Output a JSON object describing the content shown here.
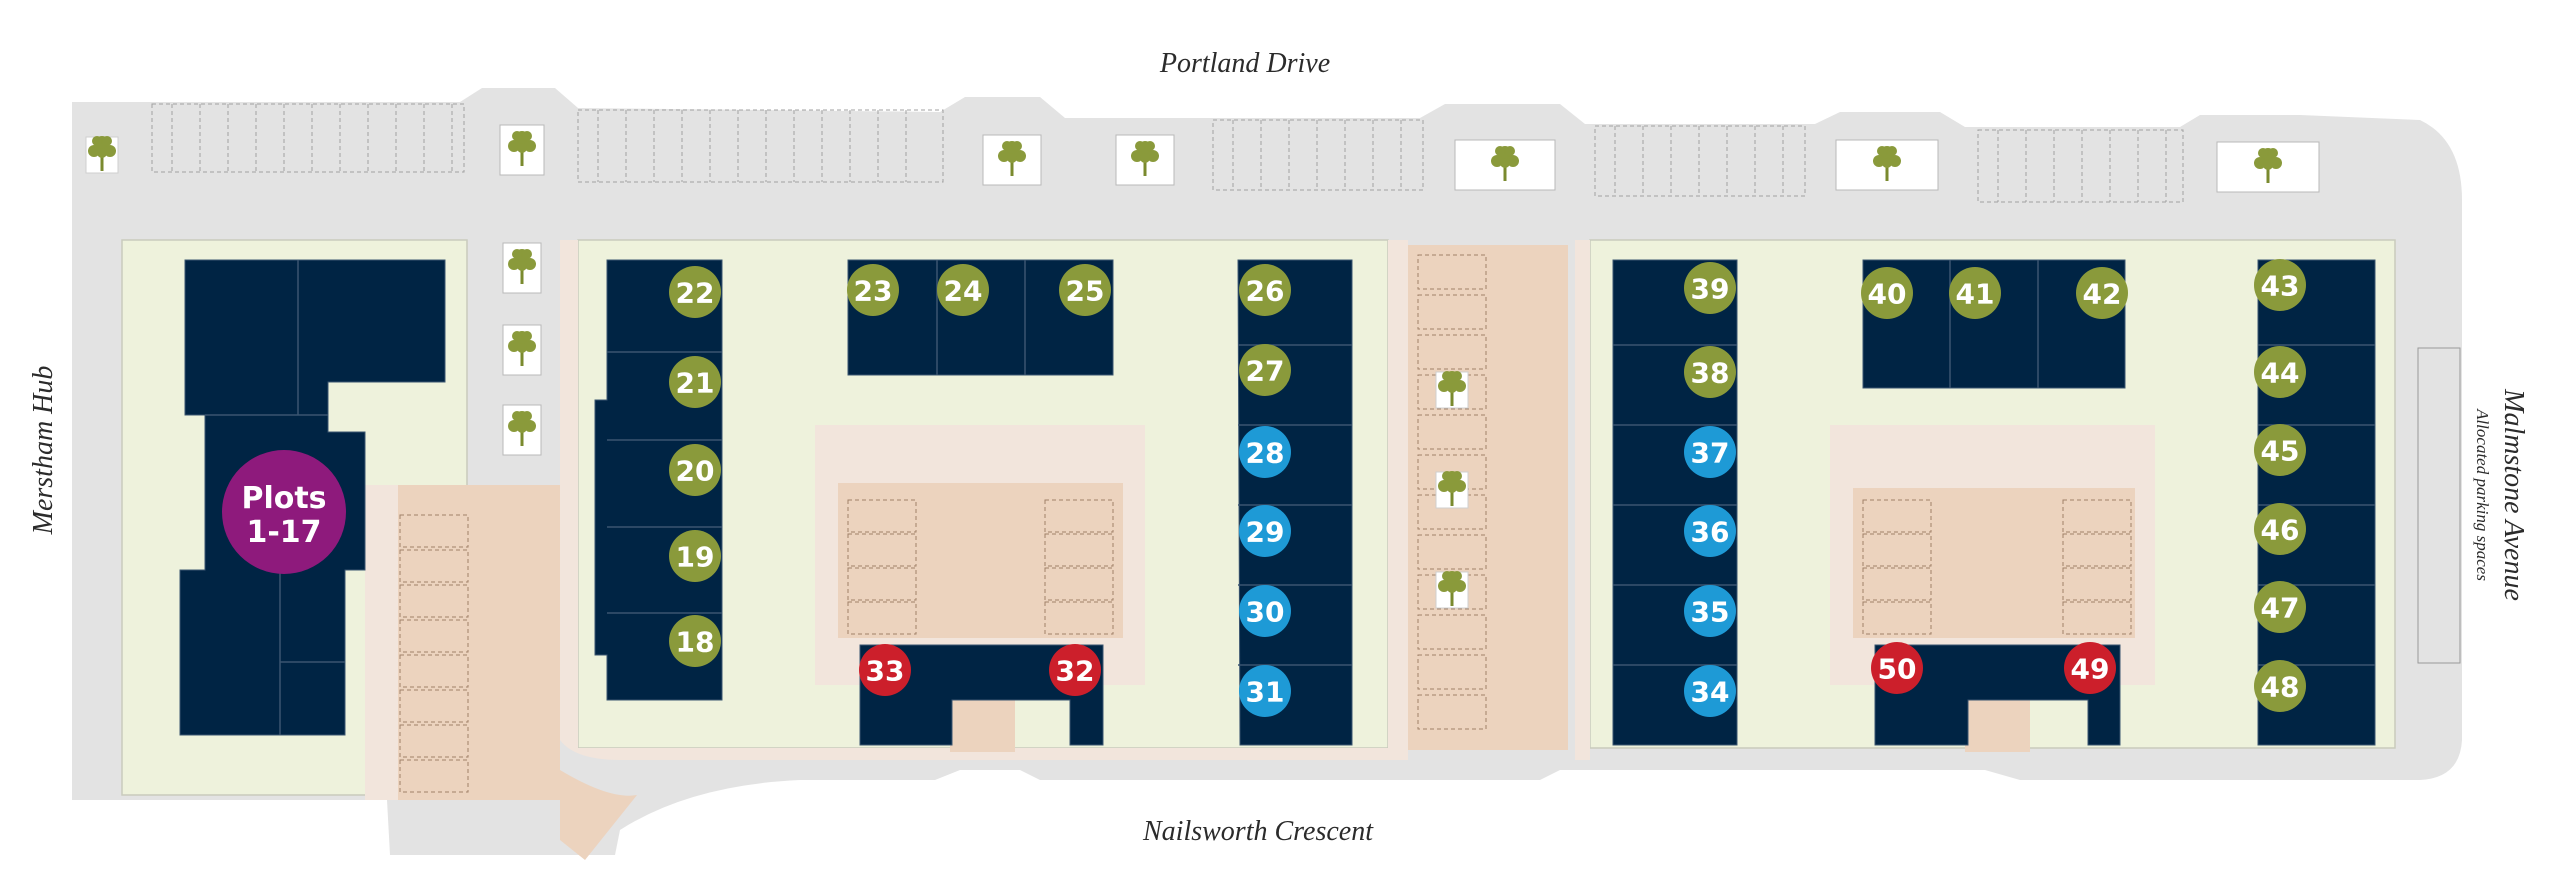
{
  "roads": {
    "north": "Portland Drive",
    "south": "Nailsworth Crescent",
    "west": "Merstham Hub",
    "east": "Malmstone Avenue",
    "east_note": "Allocated parking spaces"
  },
  "hub": {
    "line1": "Plots",
    "line2": "1-17",
    "color": "#8e1a7c"
  },
  "status_colors": {
    "olive": "#8a9a3b",
    "blue": "#1e9ad6",
    "red": "#cc1f2b"
  },
  "building_color": "#002444",
  "garden_color": "#eef2dc",
  "road_color": "#e3e3e3",
  "parking_color": "#ecd3be",
  "tree_icon": "tree-icon",
  "plots": [
    {
      "num": "18",
      "status": "olive"
    },
    {
      "num": "19",
      "status": "olive"
    },
    {
      "num": "20",
      "status": "olive"
    },
    {
      "num": "21",
      "status": "olive"
    },
    {
      "num": "22",
      "status": "olive"
    },
    {
      "num": "23",
      "status": "olive"
    },
    {
      "num": "24",
      "status": "olive"
    },
    {
      "num": "25",
      "status": "olive"
    },
    {
      "num": "26",
      "status": "olive"
    },
    {
      "num": "27",
      "status": "olive"
    },
    {
      "num": "28",
      "status": "blue"
    },
    {
      "num": "29",
      "status": "blue"
    },
    {
      "num": "30",
      "status": "blue"
    },
    {
      "num": "31",
      "status": "blue"
    },
    {
      "num": "32",
      "status": "red"
    },
    {
      "num": "33",
      "status": "red"
    },
    {
      "num": "34",
      "status": "blue"
    },
    {
      "num": "35",
      "status": "blue"
    },
    {
      "num": "36",
      "status": "blue"
    },
    {
      "num": "37",
      "status": "blue"
    },
    {
      "num": "38",
      "status": "olive"
    },
    {
      "num": "39",
      "status": "olive"
    },
    {
      "num": "40",
      "status": "olive"
    },
    {
      "num": "41",
      "status": "olive"
    },
    {
      "num": "42",
      "status": "olive"
    },
    {
      "num": "43",
      "status": "olive"
    },
    {
      "num": "44",
      "status": "olive"
    },
    {
      "num": "45",
      "status": "olive"
    },
    {
      "num": "46",
      "status": "olive"
    },
    {
      "num": "47",
      "status": "olive"
    },
    {
      "num": "48",
      "status": "olive"
    },
    {
      "num": "49",
      "status": "red"
    },
    {
      "num": "50",
      "status": "red"
    }
  ]
}
